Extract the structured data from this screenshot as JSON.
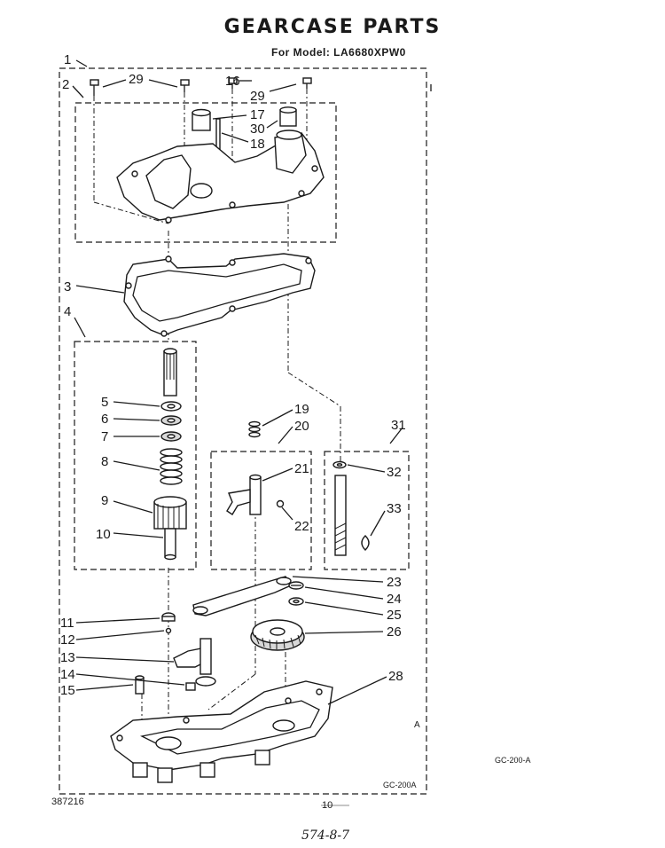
{
  "header": {
    "title": "GEARCASE PARTS",
    "model_line": "For Model: LA6680XPW0"
  },
  "callouts": [
    "1",
    "2",
    "29",
    "16",
    "29",
    "17",
    "30",
    "18",
    "3",
    "4",
    "5",
    "6",
    "7",
    "8",
    "9",
    "10",
    "19",
    "20",
    "21",
    "22",
    "31",
    "32",
    "33",
    "23",
    "24",
    "25",
    "26",
    "11",
    "12",
    "13",
    "14",
    "15",
    "28"
  ],
  "footer": {
    "doc_number": "387216",
    "page_number": "10",
    "figure_code_inner": "GC-200A",
    "figure_code_outer": "GC-200-A",
    "figure_letter": "A",
    "handwritten_note": "574-8-7"
  }
}
